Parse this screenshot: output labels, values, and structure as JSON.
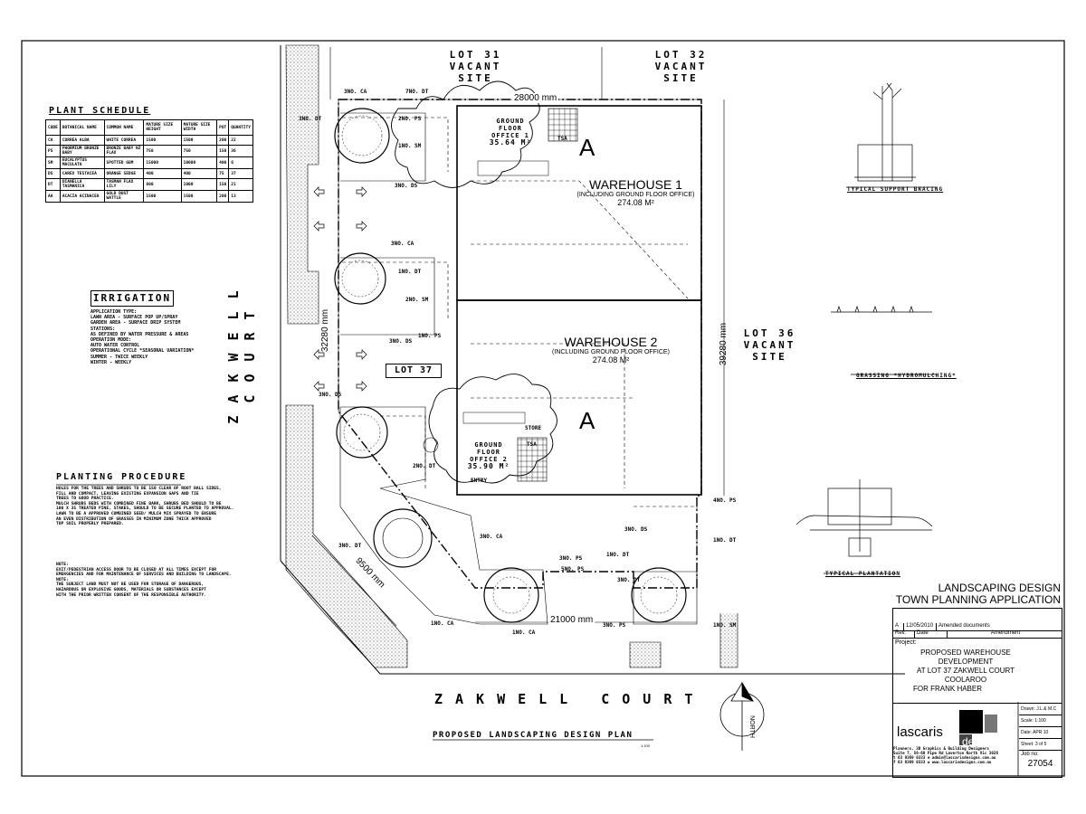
{
  "lots": {
    "lot31": [
      "LOT 31",
      "VACANT SITE"
    ],
    "lot32": [
      "LOT 32",
      "VACANT SITE"
    ],
    "lot36": [
      "LOT 36",
      "VACANT SITE"
    ],
    "lot37": "LOT 37"
  },
  "streets": {
    "left": "ZAKWELL COURT",
    "bottom": "ZAKWELL COURT"
  },
  "dimensions": {
    "top": "28000 mm",
    "left": "32280 mm",
    "right": "39280 mm",
    "bottom": "21000 mm",
    "diagonal": "9500 mm"
  },
  "warehouses": [
    {
      "name": "WAREHOUSE 1",
      "sub": "(INCLUDING GROUND FLOOR OFFICE)",
      "area": "274.08 M²",
      "letter": "A"
    },
    {
      "name": "WAREHOUSE 2",
      "sub": "(INCLUDING GROUND FLOOR OFFICE)",
      "area": "274.08 M²",
      "letter": "A"
    }
  ],
  "offices": [
    {
      "lines": [
        "GROUND",
        "FLOOR",
        "OFFICE 1"
      ],
      "area": "35.64 M²"
    },
    {
      "lines": [
        "GROUND",
        "FLOOR",
        "OFFICE 2"
      ],
      "area": "35.90 M²"
    }
  ],
  "labels": {
    "tsa1": "TSA",
    "tsa2": "TSA",
    "store": "STORE",
    "entry": "ENTRY"
  },
  "plant_tags": [
    "3NO. CA",
    "7NO. DT",
    "3NO. DT",
    "2NO. PS",
    "1NO. SM",
    "3NO. DS",
    "3NO. CA",
    "1NO. DT",
    "2NO. SM",
    "3NO. DS",
    "1NO. PS",
    "3NO. DS",
    "2NO. DT",
    "3NO. CA",
    "3NO. DT",
    "3NO. PS",
    "1NO. CA",
    "3NO. PS",
    "1NO. DT",
    "4NO. PS",
    "1NO. DT",
    "1NO. SM",
    "3NO. DS",
    "3NO. DT",
    "1NO. CA",
    "5NO. PS"
  ],
  "plant_schedule": {
    "title": "PLANT SCHEDULE",
    "headers": [
      "CODE",
      "BOTANICAL NAME",
      "COMMON NAME",
      "MATURE SIZE HEIGHT",
      "MATURE SIZE WIDTH",
      "POT",
      "QUANTITY"
    ],
    "rows": [
      [
        "CA",
        "CORREA ALBA",
        "WHITE CORREA",
        "1500",
        "1500",
        "200",
        "22"
      ],
      [
        "PS",
        "PHORMIUM BRONZE BABY",
        "BRONZE BABY NZ FLAX",
        "750",
        "750",
        "150",
        "36"
      ],
      [
        "SM",
        "EUCALYPTUS MACULATA",
        "SPOTTED GUM",
        "15000",
        "10000",
        "400",
        "6"
      ],
      [
        "DS",
        "CAREX TESTACEA",
        "ORANGE SEDGE",
        "400",
        "400",
        "75",
        "37"
      ],
      [
        "DT",
        "DIANELLA TASMANICA",
        "TASMAN FLAX LILY",
        "800",
        "1000",
        "150",
        "21"
      ],
      [
        "AA",
        "ACACIA ACINACEA",
        "GOLD DUST WATTLE",
        "1500",
        "1500",
        "200",
        "13"
      ]
    ]
  },
  "irrigation": {
    "title": "IRRIGATION",
    "lines": [
      "APPLICATION TYPE:",
      "LAWN AREA - SURFACE POP UP/SPRAY",
      "GARDEN AREA - SURFACE DRIP SYSTEM",
      "STATIONS:",
      "AS DEFINED BY WATER PRESSURE & AREAS",
      "OPERATION MODE:",
      "AUTO WATER CONTROL",
      "OPERATIONAL CYCLE *SEASONAL VARIATION*",
      "SUMMER - TWICE WEEKLY",
      "WINTER - WEEKLY"
    ]
  },
  "planting_procedure": {
    "title": "PLANTING PROCEDURE",
    "lines": [
      "HOLES FOR THE TREES AND SHRUBS TO BE 150 CLEAR OF ROOT BALL SIDES,",
      "FILL AND COMPACT, LEAVING EXISTING EXPANSION GAPS AND TIE",
      "TREES TO GOOD PRACTICE.",
      "MULCH SHRUBS BEDS WITH COMBINED FINE BARK, SHRUBS BED SHOULD TO BE",
      "100 X 35 TREATED PINE, STAKES, SHOULD TO BE SECURE PLANTED TO APPROVAL.",
      "LAWN TO BE A APPROVED COMBINED SEED/ MULCH MIX SPRAYED TO ENSURE",
      "AN EVEN DISTRIBUTION OF GRASSES IN MINIMUM ZONE THICK APPROVED",
      "TOP SOIL PROPERLY PREPARED."
    ],
    "notes": [
      "NOTE:",
      "EXIT/PEDESTRIAN ACCESS DOOR TO BE CLOSED AT ALL TIMES EXCEPT FOR",
      "EMERGENCIES AND FOR MAINTENANCE OF SERVICES AND BUILDING TO LANDSCAPE.",
      "NOTE:",
      "THE SUBJECT LAND MUST NOT BE USED FOR STORAGE OF DANGEROUS,",
      "HAZARDOUS OR EXPLOSIVE GOODS, MATERIALS OR SUBSTANCES EXCEPT",
      "WITH THE PRIOR WRITTEN CONSENT OF THE RESPONSIBLE AUTHORITY."
    ]
  },
  "details": {
    "support_bracing": "TYPICAL SUPPORT BRACING",
    "grassing": "GRASSING *HYDROMULCHING*",
    "plantation": "TYPICAL PLANTATION"
  },
  "drawing_title": "PROPOSED LANDSCAPING DESIGN PLAN",
  "scale_note": "1:100",
  "north": "NORTH",
  "title_block": {
    "heading1": "LANDSCAPING DESIGN",
    "heading2": "TOWN PLANNING APPLICATION",
    "rev_row": [
      "A",
      "12/05/2010",
      "Amended documents"
    ],
    "rev_headers": [
      "Rev.",
      "Date",
      "Amendment"
    ],
    "project_label": "Project:",
    "project_lines": [
      "PROPOSED WAREHOUSE",
      "DEVELOPMENT",
      "AT  LOT 37 ZAKWELL COURT",
      "COOLAROO",
      "FOR FRANK HABER"
    ],
    "company": "lascaris",
    "company2": "designs",
    "drawn": "Drawn: J.L.& M.C",
    "scale": "Scale: 1:100",
    "date": "Date: APR 10",
    "sheet": "Sheet: 3 of 5",
    "job_label": "Job no:",
    "job_no": "27054",
    "address": [
      "Planners, 3D Graphics & Building Designers",
      "Suite 7, 56-60 Pipe Rd Laverton North Vic 3026",
      "t 03 9369 0333   e admin@lascarisdesigns.com.au",
      "f 03 9369 0333   w www.lascarisdesigns.com.au"
    ]
  }
}
